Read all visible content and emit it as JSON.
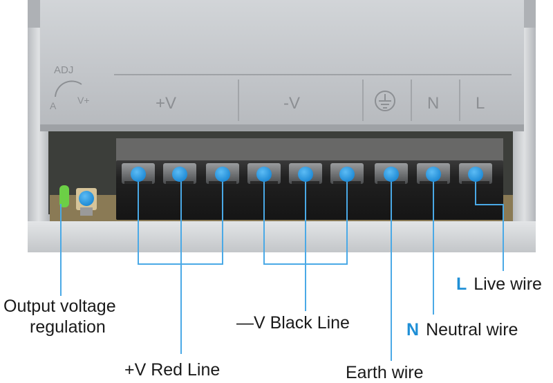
{
  "panel_markings": {
    "adj": "ADJ",
    "a": "A",
    "v_plus": "V+",
    "plus_v": "+V",
    "minus_v": "-V",
    "n": "N",
    "l": "L"
  },
  "callouts": {
    "output_voltage": {
      "line1": "Output voltage",
      "line2": "regulation"
    },
    "plus_v": "+V Red Line",
    "minus_v": "—V Black Line",
    "earth": "Earth wire",
    "neutral": {
      "letter": "N",
      "text": "Neutral wire"
    },
    "live": {
      "letter": "L",
      "text": "Live wire"
    }
  },
  "colors": {
    "accent": "#1f8fd6",
    "leader_line": "#4aa9e6",
    "terminal_block": "#1e1e1e",
    "housing": "#c9ccd0"
  },
  "terminals": [
    {
      "id": "plus-v-1",
      "group": "+V"
    },
    {
      "id": "plus-v-2",
      "group": "+V"
    },
    {
      "id": "plus-v-3",
      "group": "+V"
    },
    {
      "id": "minus-v-1",
      "group": "-V"
    },
    {
      "id": "minus-v-2",
      "group": "-V"
    },
    {
      "id": "minus-v-3",
      "group": "-V"
    },
    {
      "id": "earth",
      "group": "Earth"
    },
    {
      "id": "neutral",
      "group": "N"
    },
    {
      "id": "live",
      "group": "L"
    }
  ]
}
